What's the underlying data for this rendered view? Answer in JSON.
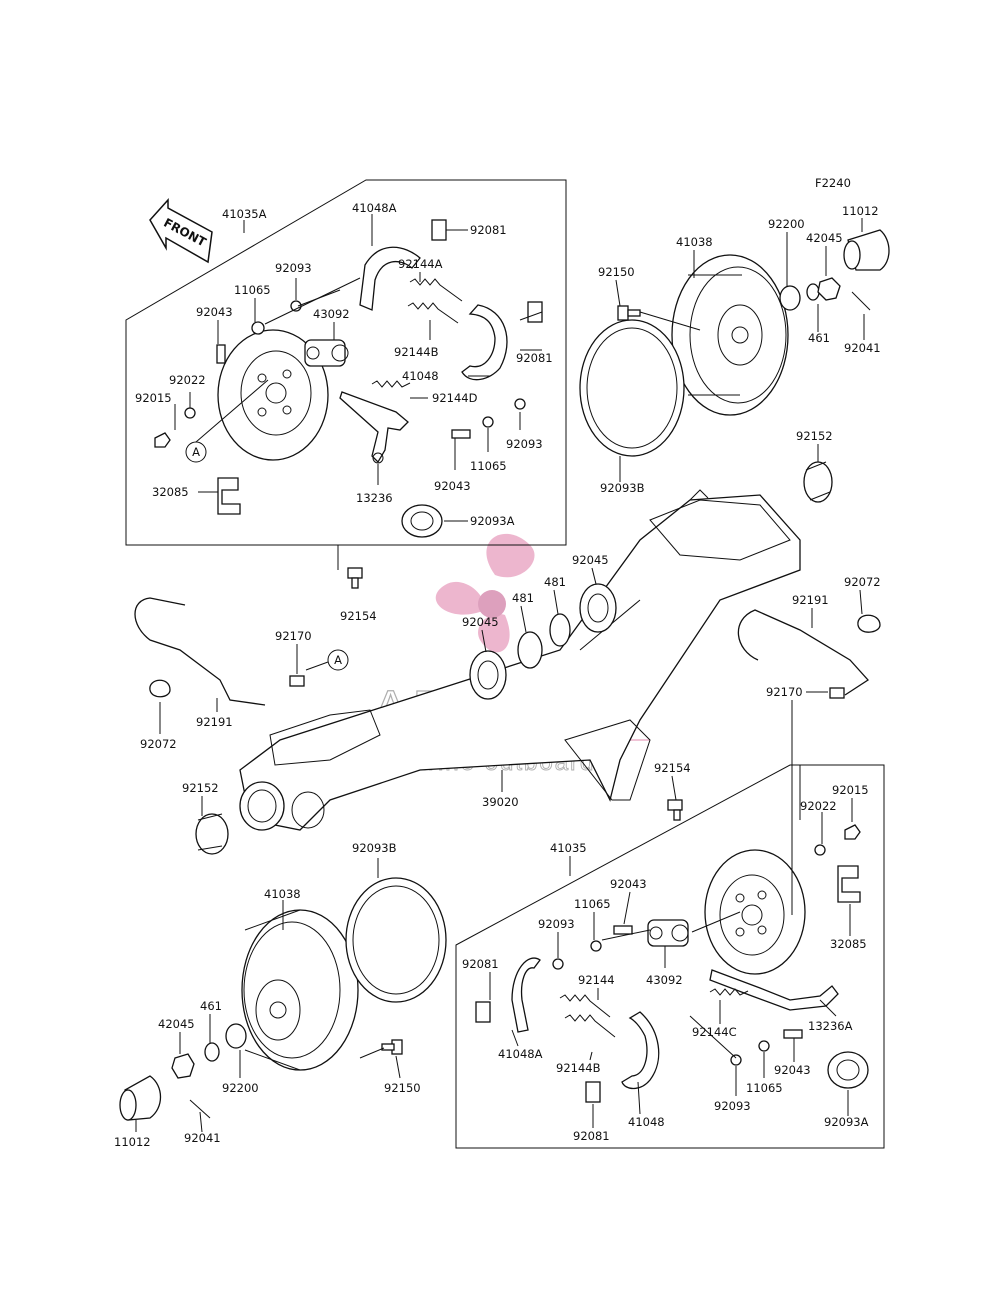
{
  "figure_code": "F2240",
  "front_label": "FRONT",
  "ref_marker": "A",
  "watermark": {
    "brand": "ARMADA",
    "tagline": "marine outboards",
    "color": "#e8a3c0"
  },
  "labels": {
    "l41035A": "41035A",
    "l41048A_top": "41048A",
    "l92081_top1": "92081",
    "l92093_top1": "92093",
    "l92144A": "92144A",
    "l11065_top1": "11065",
    "l92043_top1": "92043",
    "l43092_top": "43092",
    "l92144B_top": "92144B",
    "l92081_top2": "92081",
    "l41048_top": "41048",
    "l92022_top": "92022",
    "l92144D": "92144D",
    "l92015_top": "92015",
    "l92093_top2": "92093",
    "l11065_top2": "11065",
    "l92043_top2": "92043",
    "l13236": "13236",
    "l32085_top": "32085",
    "l92093A_top": "92093A",
    "l92154_top": "92154",
    "l41038_top": "41038",
    "l92150_top": "92150",
    "l92200_top": "92200",
    "l42045_top": "42045",
    "l11012_top": "11012",
    "l461_top": "461",
    "l92041_top": "92041",
    "l92093B_top": "92093B",
    "l92152_right": "92152",
    "l92045_a": "92045",
    "l481_a": "481",
    "l481_b": "481",
    "l92045_b": "92045",
    "l92072_right": "92072",
    "l92191_right": "92191",
    "l92170_left": "92170",
    "l92191_left": "92191",
    "l92072_left": "92072",
    "l92170_right": "92170",
    "l92152_left": "92152",
    "l39020": "39020",
    "l92154_bot": "92154",
    "l92015_bot": "92015",
    "l92022_bot": "92022",
    "l92093B_bot": "92093B",
    "l41035": "41035",
    "l41038_bot": "41038",
    "l92043_bot1": "92043",
    "l11065_bot1": "11065",
    "l92093_bot1": "92093",
    "l92081_bot1": "92081",
    "l43092_bot": "43092",
    "l32085_bot": "32085",
    "l92144": "92144",
    "l461_bot": "461",
    "l42045_bot": "42045",
    "l41048A_bot": "41048A",
    "l92144C": "92144C",
    "l13236A": "13236A",
    "l92144B_bot": "92144B",
    "l92200_bot": "92200",
    "l92150_bot": "92150",
    "l92043_bot2": "92043",
    "l11065_bot2": "11065",
    "l92093_bot2": "92093",
    "l92093A_bot": "92093A",
    "l11012_bot": "11012",
    "l92041_bot": "92041",
    "l92081_bot2": "92081",
    "l41048_bot": "41048"
  }
}
